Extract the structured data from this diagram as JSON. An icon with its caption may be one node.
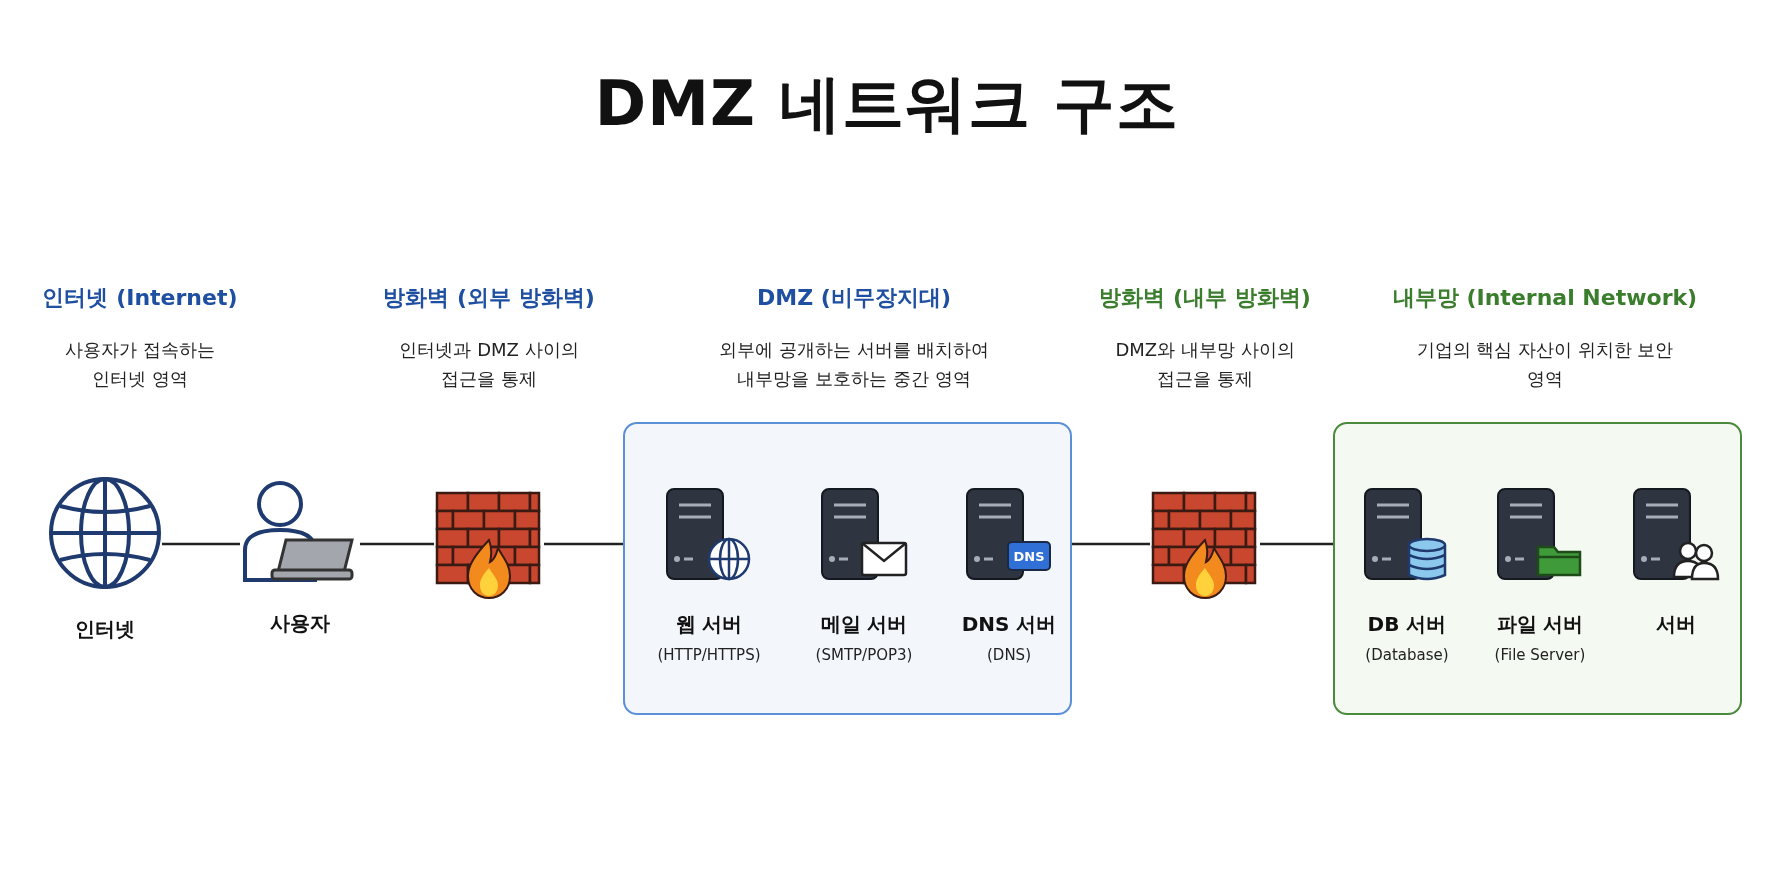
{
  "diagram": {
    "title": "DMZ 네트워크 구조",
    "nodes": [
      {
        "text": [
          "인터넷"
        ]
      },
      {
        "text": [
          "사용자"
        ]
      },
      {
        "text": [],
        "shape": "picture"
      },
      {
        "text": [],
        "shape": "box"
      },
      {
        "text": [
          "웹 서버",
          "(HTTP/HTTPS)"
        ],
        "in": 3
      },
      {
        "text": [
          "메일 서버",
          "(SMTP/POP3)"
        ],
        "in": 3
      },
      {
        "text": [
          "DNS 서버",
          "(DNS)"
        ],
        "in": 3
      },
      {
        "text": [],
        "shape": "picture"
      },
      {
        "text": [],
        "shape": "box"
      },
      {
        "text": [
          "DB 서버",
          "(Database)"
        ],
        "in": 8
      },
      {
        "text": [
          "파일 서버",
          "(File Server)"
        ],
        "in": 8
      },
      {
        "text": [
          "서버"
        ],
        "in": 8
      }
    ],
    "edges": [
      {
        "from": 0,
        "to": 1,
        "arrow": "none"
      },
      {
        "from": 1,
        "to": 2,
        "arrow": "none"
      },
      {
        "from": 2,
        "to": 3,
        "arrow": "none"
      },
      {
        "from": 3,
        "to": 7,
        "arrow": "none"
      },
      {
        "from": 7,
        "to": 8,
        "arrow": "none"
      }
    ],
    "labels": [
      "인터넷 (Internet)",
      "사용자가 접속하는 인터넷 영역",
      "방화벽 (외부 방화벽)",
      "인터넷과 DMZ 사이의 접근을 통제",
      "DMZ (비무장지대)",
      "외부에 공개하는 서버를 배치하여 내부망을 보호하는 중간 영역",
      "방화벽 (내부 방화벽)",
      "DMZ와 내부망 사이의 접근을 통제",
      "내부망 (Internal Network)",
      "기업의 핵심 자산이 위치한 보안 영역",
      "DNS"
    ]
  }
}
